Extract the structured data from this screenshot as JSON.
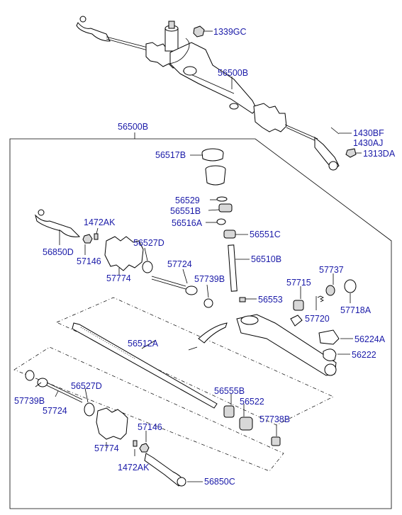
{
  "diagram": {
    "labels": [
      {
        "id": "l1339gc",
        "text": "1339GC"
      },
      {
        "id": "l56500b_top",
        "text": "56500B"
      },
      {
        "id": "l56500b_box",
        "text": "56500B"
      },
      {
        "id": "l1430bf",
        "text": "1430BF"
      },
      {
        "id": "l1430aj",
        "text": "1430AJ"
      },
      {
        "id": "l1313da",
        "text": "1313DA"
      },
      {
        "id": "l56517b",
        "text": "56517B"
      },
      {
        "id": "l56529",
        "text": "56529"
      },
      {
        "id": "l56551b",
        "text": "56551B"
      },
      {
        "id": "l56516a",
        "text": "56516A"
      },
      {
        "id": "l56551c",
        "text": "56551C"
      },
      {
        "id": "l1472ak_top",
        "text": "1472AK"
      },
      {
        "id": "l56527d_top",
        "text": "56527D"
      },
      {
        "id": "l56850d",
        "text": "56850D"
      },
      {
        "id": "l57146_top",
        "text": "57146"
      },
      {
        "id": "l57774_top",
        "text": "57774"
      },
      {
        "id": "l57724_top",
        "text": "57724"
      },
      {
        "id": "l56510b",
        "text": "56510B"
      },
      {
        "id": "l57739b_top",
        "text": "57739B"
      },
      {
        "id": "l56553",
        "text": "56553"
      },
      {
        "id": "l57715",
        "text": "57715"
      },
      {
        "id": "l57737",
        "text": "57737"
      },
      {
        "id": "l57720",
        "text": "57720"
      },
      {
        "id": "l57718a",
        "text": "57718A"
      },
      {
        "id": "l56224a",
        "text": "56224A"
      },
      {
        "id": "l56512a",
        "text": "56512A"
      },
      {
        "id": "l56222",
        "text": "56222"
      },
      {
        "id": "l57739b_bot",
        "text": "57739B"
      },
      {
        "id": "l56527d_bot",
        "text": "56527D"
      },
      {
        "id": "l57724_bot",
        "text": "57724"
      },
      {
        "id": "l56555b",
        "text": "56555B"
      },
      {
        "id": "l56522",
        "text": "56522"
      },
      {
        "id": "l57738b",
        "text": "57738B"
      },
      {
        "id": "l57146_bot",
        "text": "57146"
      },
      {
        "id": "l57774_bot",
        "text": "57774"
      },
      {
        "id": "l1472ak_bot",
        "text": "1472AK"
      },
      {
        "id": "l56850c",
        "text": "56850C"
      }
    ]
  }
}
